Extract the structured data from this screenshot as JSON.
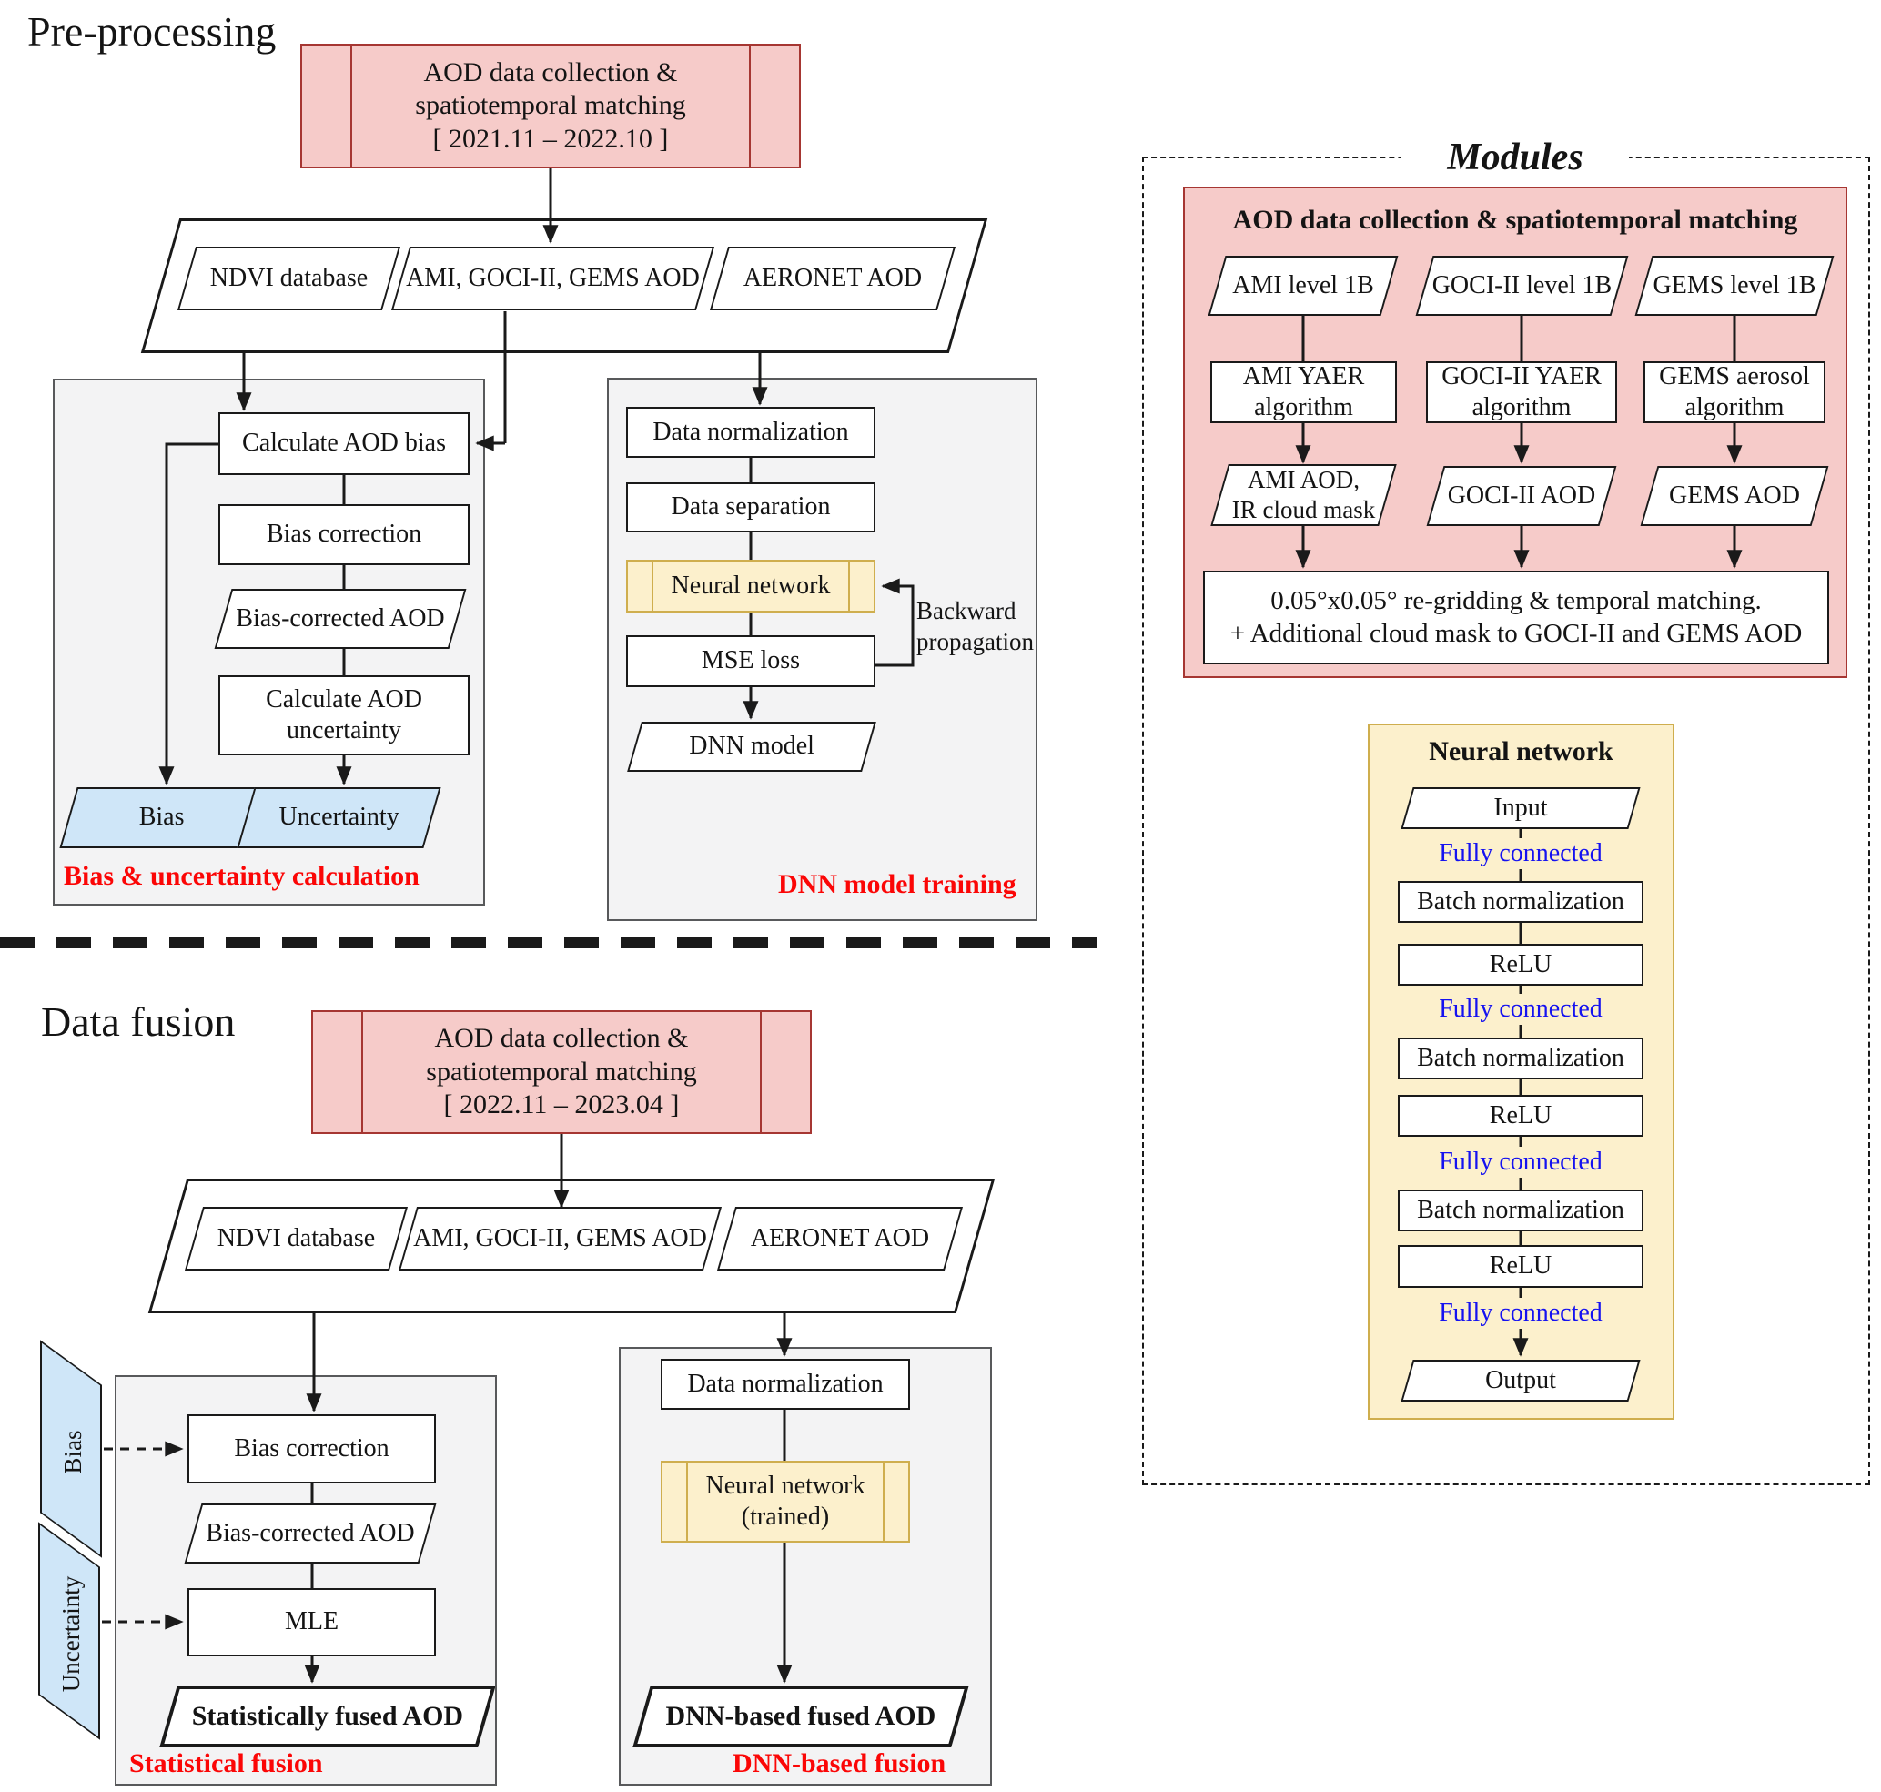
{
  "palette": {
    "red_fill": "#f6cbc9",
    "red_border": "#a63632",
    "yellow_fill": "#fcf0cc",
    "yellow_border": "#cfae4e",
    "blue_fill": "#cfe6f8",
    "gray_fill": "#f3f3f4",
    "gray_border": "#58595b",
    "caption_red": "#fb0606",
    "link_blue": "#1512f0",
    "line_black": "#1a1a1a"
  },
  "pre": {
    "title": "Pre-processing",
    "collection_box": {
      "lines": [
        "AOD data collection &",
        "spatiotemporal matching",
        "[ 2021.11 – 2022.10 ]"
      ]
    },
    "sources": [
      "NDVI database",
      "AMI, GOCI-II, GEMS AOD",
      "AERONET AOD"
    ],
    "bias_uncertainty": {
      "calculate_bias": "Calculate AOD bias",
      "bias_correction": "Bias correction",
      "bias_corrected_aod": "Bias-corrected AOD",
      "calculate_uncertainty_lines": [
        "Calculate AOD",
        "uncertainty"
      ],
      "bias_output": "Bias",
      "uncertainty_output": "Uncertainty",
      "caption": "Bias & uncertainty calculation"
    },
    "dnn_training": {
      "data_normalization": "Data normalization",
      "data_separation": "Data separation",
      "neural_network": "Neural network",
      "mse_loss": "MSE loss",
      "dnn_model": "DNN model",
      "backward_lines": [
        "Backward",
        "propagation"
      ],
      "caption": "DNN model training"
    }
  },
  "fusion": {
    "title": "Data fusion",
    "collection_box": {
      "lines": [
        "AOD data collection &",
        "spatiotemporal matching",
        "[ 2022.11 – 2023.04 ]"
      ]
    },
    "sources": [
      "NDVI database",
      "AMI, GOCI-II, GEMS AOD",
      "AERONET AOD"
    ],
    "statistical": {
      "bias_input": "Bias",
      "uncertainty_input": "Uncertainty",
      "bias_correction": "Bias correction",
      "bias_corrected_aod": "Bias-corrected AOD",
      "mle": "MLE",
      "fused": "Statistically fused AOD",
      "caption": "Statistical fusion"
    },
    "dnn_fusion": {
      "data_normalization": "Data normalization",
      "neural_network_lines": [
        "Neural network",
        "(trained)"
      ],
      "fused": "DNN-based fused AOD",
      "caption": "DNN-based fusion"
    }
  },
  "modules": {
    "title": "Modules",
    "aod_collection": {
      "title": "AOD data collection & spatiotemporal matching",
      "columns": [
        {
          "level1b": "AMI level 1B",
          "algorithm_lines": [
            "AMI YAER",
            "algorithm"
          ],
          "output_lines": [
            "AMI AOD,",
            "IR cloud mask"
          ]
        },
        {
          "level1b": "GOCI-II level 1B",
          "algorithm_lines": [
            "GOCI-II YAER",
            "algorithm"
          ],
          "output_lines": [
            "GOCI-II AOD"
          ]
        },
        {
          "level1b": "GEMS level 1B",
          "algorithm_lines": [
            "GEMS aerosol",
            "algorithm"
          ],
          "output_lines": [
            "GEMS AOD"
          ]
        }
      ],
      "regrid_lines": [
        "0.05°x0.05° re-gridding & temporal matching.",
        "+ Additional cloud mask to GOCI-II and GEMS AOD"
      ]
    },
    "neural_network": {
      "title": "Neural network",
      "input": "Input",
      "fully_connected": "Fully connected",
      "batch_normalization": "Batch normalization",
      "relu": "ReLU",
      "output": "Output"
    }
  }
}
